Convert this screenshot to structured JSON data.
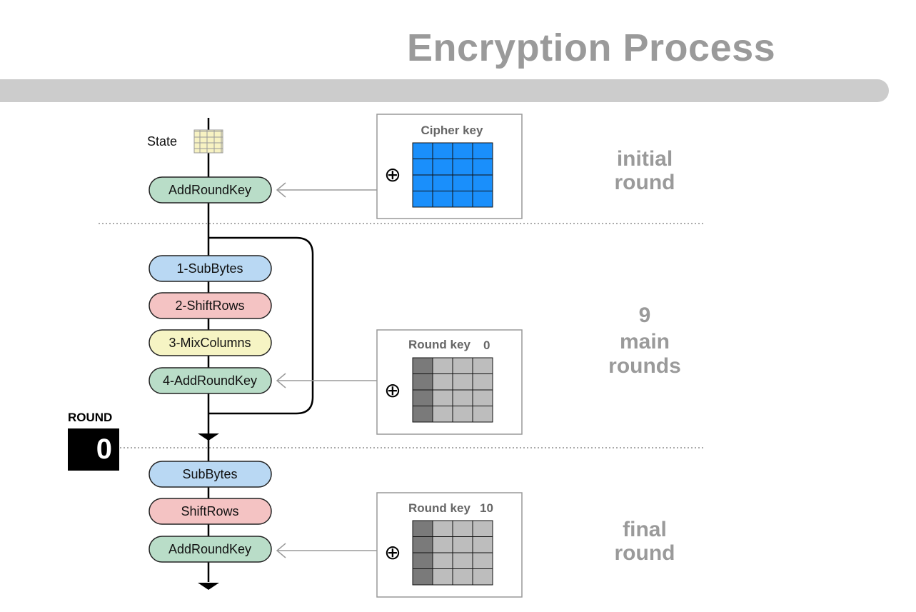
{
  "title": "Encryption Process",
  "colors": {
    "subbytes": "#b9d8f3",
    "shiftrows": "#f4c3c3",
    "mixcolumns": "#f6f4c4",
    "addroundkey": "#b9ddc8",
    "cipher_key_cells": "#1a8ffb",
    "round_key_first_column": "#7a7a7a",
    "round_key_cells": "#bdbdbd",
    "state_cells": "#f7f2c2",
    "phase_text": "#9a9a9a"
  },
  "state_label": "State",
  "initial_round": {
    "label_line1": "initial",
    "label_line2": "round",
    "step": "AddRoundKey",
    "key_label": "Cipher key"
  },
  "main_rounds": {
    "label_line1": "9",
    "label_line2": "main",
    "label_line3": "rounds",
    "steps": [
      "1-SubBytes",
      "2-ShiftRows",
      "3-MixColumns",
      "4-AddRoundKey"
    ],
    "key_label": "Round key",
    "key_number": "0"
  },
  "final_round": {
    "label_line1": "final",
    "label_line2": "round",
    "steps": [
      "SubBytes",
      "ShiftRows",
      "AddRoundKey"
    ],
    "key_label": "Round key",
    "key_number": "10"
  },
  "round_counter": {
    "label": "ROUND",
    "value": "0"
  },
  "xor_symbol": "⊕"
}
